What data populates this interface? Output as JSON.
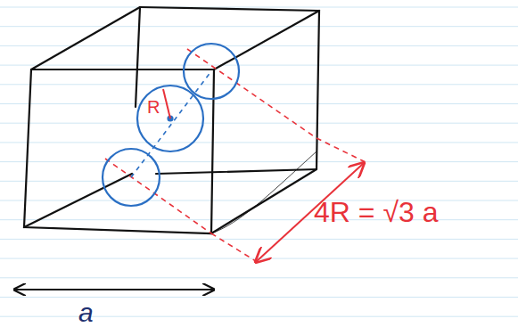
{
  "diagram": {
    "labels": [
      "R",
      "4R = √3 a",
      "a"
    ]
  }
}
